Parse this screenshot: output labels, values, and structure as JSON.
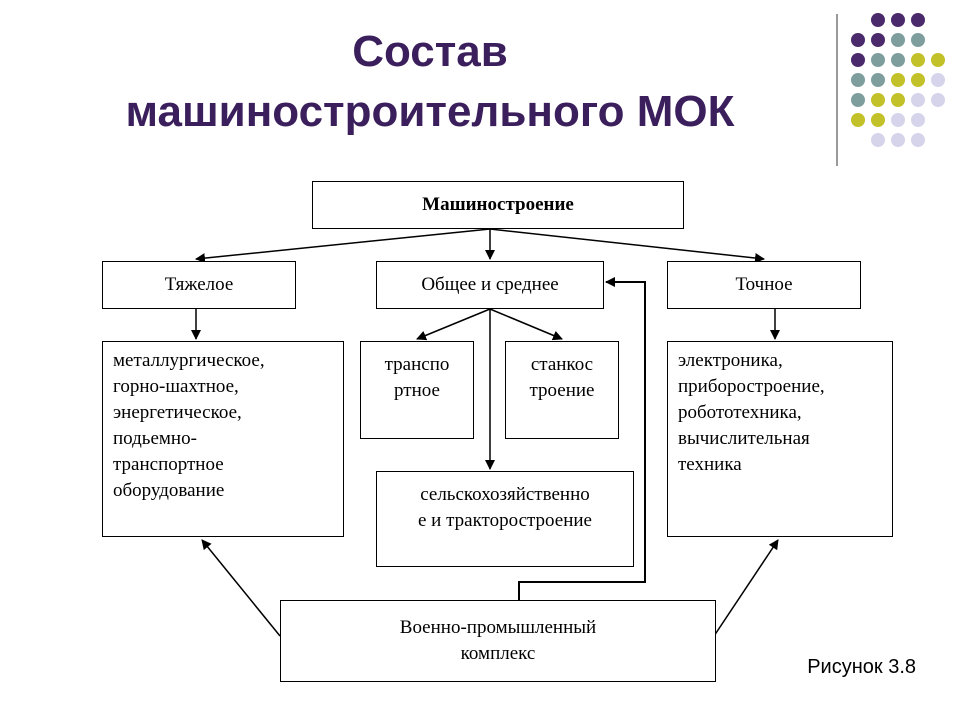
{
  "slide": {
    "title_line1": "Состав",
    "title_line2": "машиностроительного МОК"
  },
  "diagram": {
    "root": "Машиностроение",
    "heavy": "Тяжелое",
    "general": "Общее и среднее",
    "precision": "Точное",
    "heavy_detail": "металлургическое,\nгорно-шахтное,\nэнергетическое,\nподьемно-\nтранспортное\nоборудование",
    "transport": "транспо\nртное",
    "machine_tool": "станкос\nтроение",
    "agri": "сельскохозяйственно\nе и тракторостроение",
    "precision_detail": "электроника,\nприборостроение,\nробототехника,\nвычислительная\nтехника",
    "military": "Военно-промышленный\nкомплекс"
  },
  "caption": "Рисунок 3.8",
  "colors": {
    "title": "#3a1f5c",
    "dot_purple": "#4b2a6b",
    "dot_teal": "#7e9e9e",
    "dot_olive": "#c3c12a",
    "dot_lavender": "#d6d4ea"
  }
}
